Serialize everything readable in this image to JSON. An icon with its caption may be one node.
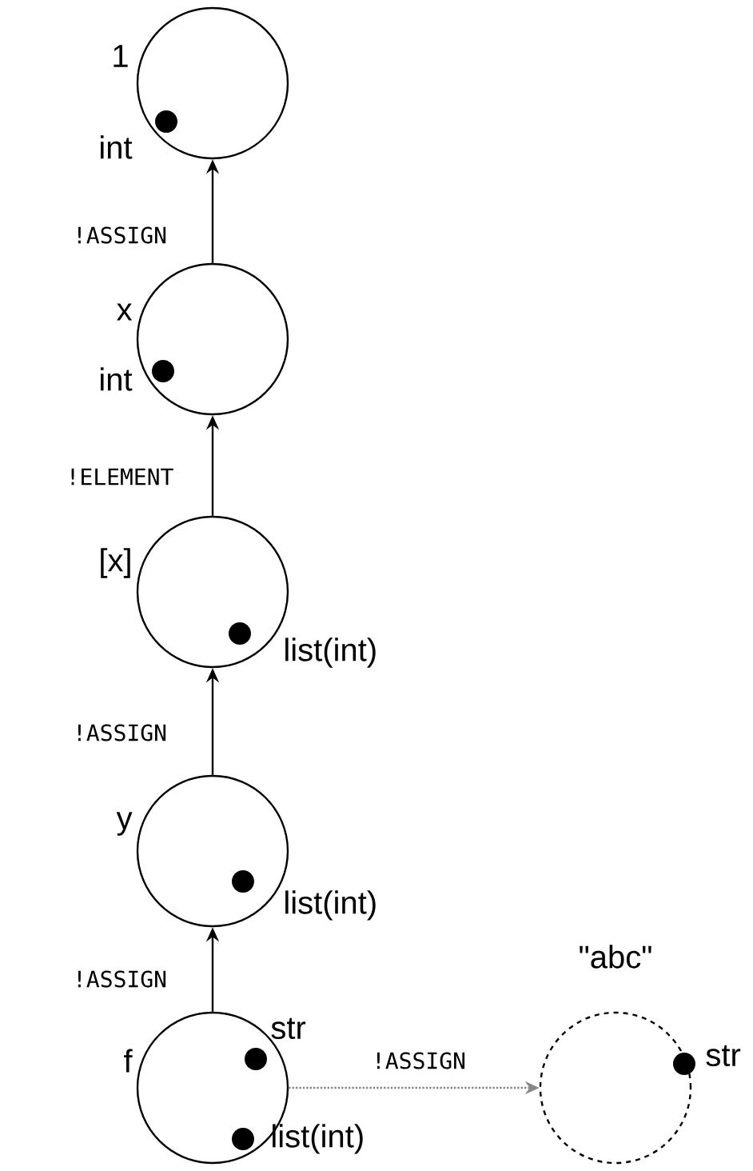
{
  "diagram": {
    "nodes": [
      {
        "text": [
          "1",
          "int"
        ]
      },
      {
        "text": [
          "x",
          "int"
        ]
      },
      {
        "text": [
          "[x]",
          "list(int)"
        ]
      },
      {
        "text": [
          "y",
          "list(int)"
        ]
      },
      {
        "text": [
          "f",
          "str",
          "list(int)"
        ]
      },
      {
        "text": [
          "\"abc\"",
          "str"
        ]
      }
    ],
    "edges": [
      {
        "from": 1,
        "to": 0,
        "arrow": "to",
        "label": "!ASSIGN"
      },
      {
        "from": 2,
        "to": 1,
        "arrow": "to",
        "label": "!ELEMENT"
      },
      {
        "from": 3,
        "to": 2,
        "arrow": "to",
        "label": "!ASSIGN"
      },
      {
        "from": 4,
        "to": 3,
        "arrow": "to",
        "label": "!ASSIGN"
      },
      {
        "from": 4,
        "to": 5,
        "arrow": "to",
        "label": "!ASSIGN",
        "style": "dashed",
        "color": "#888888"
      }
    ]
  }
}
